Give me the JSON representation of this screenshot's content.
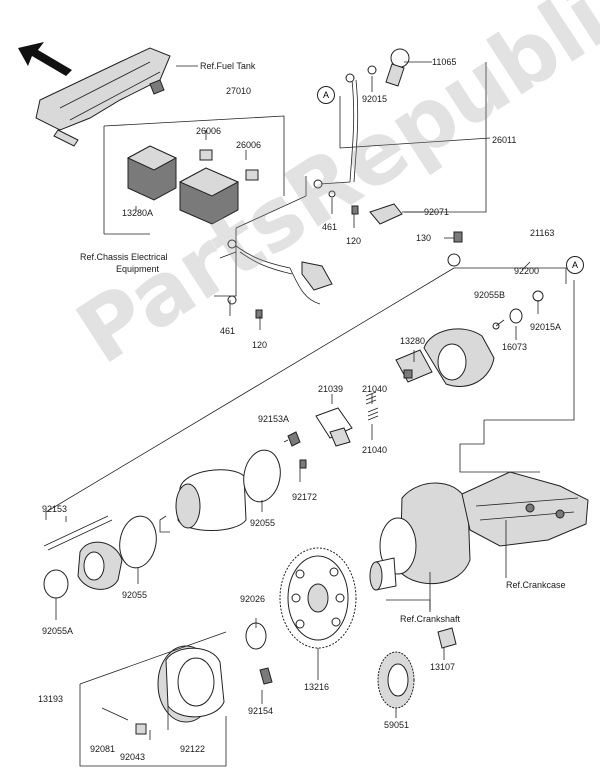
{
  "watermark": "PartsRepublik",
  "callouts": {
    "a1": "A",
    "a2": "A"
  },
  "labels": {
    "ref_fuel_tank": "Ref.Fuel Tank",
    "p27010": "27010",
    "p26006a": "26006",
    "p26006b": "26006",
    "p13280A": "13280A",
    "ref_chassis_1": "Ref.Chassis Electrical",
    "ref_chassis_2": "Equipment",
    "p461a": "461",
    "p120a": "120",
    "p11065": "11065",
    "p92015": "92015",
    "p26011": "26011",
    "p461b": "461",
    "p120b": "120",
    "p92071": "92071",
    "p130": "130",
    "p21163": "21163",
    "p92200": "92200",
    "p92055B": "92055B",
    "p92015A": "92015A",
    "p16073": "16073",
    "p13280": "13280",
    "p21039": "21039",
    "p21040a": "21040",
    "p21040b": "21040",
    "p92153A": "92153A",
    "p92172": "92172",
    "p92055a": "92055",
    "p92153": "92153",
    "p92055b": "92055",
    "p92055A": "92055A",
    "ref_crankcase": "Ref.Crankcase",
    "ref_crankshaft": "Ref.Crankshaft",
    "p92026": "92026",
    "p13216": "13216",
    "p13107": "13107",
    "p92154": "92154",
    "p13193": "13193",
    "p92081": "92081",
    "p92122": "92122",
    "p92043": "92043",
    "p59051": "59051"
  }
}
